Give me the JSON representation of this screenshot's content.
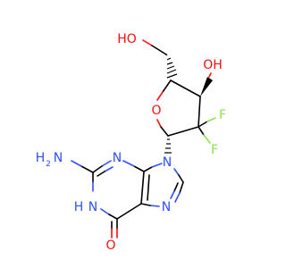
{
  "molecule": {
    "atoms": {
      "oh_primary": "HO",
      "oh_ring": "OH",
      "o_ring": "O",
      "f_upper": "F",
      "f_lower": "F",
      "n9": "N",
      "n3": "N",
      "n1": "N",
      "n1_h": "H",
      "n7": "N",
      "o_carbonyl": "O",
      "nh2": "H",
      "nh2_sub": "2",
      "nh2_n": "N"
    },
    "colors": {
      "carbon": "#000000",
      "nitrogen": "#3050F8",
      "oxygen": "#FF0D0D",
      "fluorine": "#90E050"
    }
  }
}
